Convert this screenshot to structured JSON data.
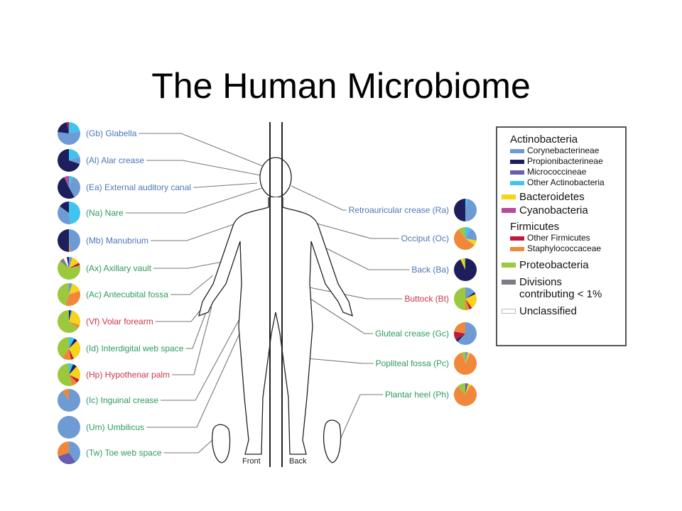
{
  "title": "The Human Microbiome",
  "colors": {
    "corynebacterineae": "#6f9bd4",
    "propionibacterineae": "#1d1f5c",
    "micrococcineae": "#6a5db0",
    "other_actinobacteria": "#3ec4ee",
    "bacteroidetes": "#f7d417",
    "cyanobacteria": "#b84a9a",
    "other_firmicutes": "#c0193c",
    "staphylococcaceae": "#f0873a",
    "proteobacteria": "#9cc83e",
    "divisions_lt_1pct": "#7a7d86",
    "unclassified": "#ffffff",
    "site_sebaceous": "#4a78b8",
    "site_moist": "#2e9a5e",
    "site_dry": "#c8364a"
  },
  "views": {
    "front": "Front",
    "back": "Back"
  },
  "legend": {
    "actinobacteria": "Actinobacteria",
    "corynebacterineae": "Corynebacterineae",
    "propionibacterineae": "Propionibacterineae",
    "micrococcineae": "Micrococcineae",
    "other_actinobacteria": "Other Actinobacteria",
    "bacteroidetes": "Bacteroidetes",
    "cyanobacteria": "Cyanobacteria",
    "firmicutes": "Firmicutes",
    "other_firmicutes": "Other Firmicutes",
    "staphylococcaceae": "Staphylococcaceae",
    "proteobacteria": "Proteobacteria",
    "divisions_line1": "Divisions",
    "divisions_line2": "contributing < 1%",
    "unclassified": "Unclassified"
  },
  "sites_front": [
    {
      "label": "(Gb) Glabella",
      "type": "sebaceous",
      "composition": [
        [
          "other_actinobacteria",
          0.22
        ],
        [
          "corynebacterineae",
          0.55
        ],
        [
          "propionibacterineae",
          0.2
        ],
        [
          "other_firmicutes",
          0.03
        ]
      ]
    },
    {
      "label": "(Al) Alar crease",
      "type": "sebaceous",
      "composition": [
        [
          "other_actinobacteria",
          0.2
        ],
        [
          "corynebacterineae",
          0.1
        ],
        [
          "propionibacterineae",
          0.7
        ]
      ]
    },
    {
      "label": "(Ea) External auditory canal",
      "type": "sebaceous",
      "composition": [
        [
          "other_actinobacteria",
          0.06
        ],
        [
          "corynebacterineae",
          0.36
        ],
        [
          "propionibacterineae",
          0.51
        ],
        [
          "cyanobacteria",
          0.07
        ]
      ]
    },
    {
      "label": "(Na) Nare",
      "type": "moist",
      "composition": [
        [
          "other_actinobacteria",
          0.48
        ],
        [
          "corynebacterineae",
          0.37
        ],
        [
          "propionibacterineae",
          0.15
        ]
      ]
    },
    {
      "label": "(Mb) Manubrium",
      "type": "sebaceous",
      "composition": [
        [
          "corynebacterineae",
          0.48
        ],
        [
          "staphylococcaceae",
          0.02
        ],
        [
          "propionibacterineae",
          0.5
        ]
      ]
    },
    {
      "label": "(Ax) Axillary vault",
      "type": "moist",
      "composition": [
        [
          "corynebacterineae",
          0.05
        ],
        [
          "bacteroidetes",
          0.12
        ],
        [
          "other_firmicutes",
          0.04
        ],
        [
          "proteobacteria",
          0.65
        ],
        [
          "divisions_lt_1pct",
          0.06
        ],
        [
          "unclassified",
          0.05
        ],
        [
          "propionibacterineae",
          0.03
        ]
      ]
    },
    {
      "label": "(Ac) Antecubital fossa",
      "type": "moist",
      "composition": [
        [
          "corynebacterineae",
          0.05
        ],
        [
          "bacteroidetes",
          0.15
        ],
        [
          "staphylococcaceae",
          0.35
        ],
        [
          "proteobacteria",
          0.45
        ]
      ]
    },
    {
      "label": "(Vf) Volar forearm",
      "type": "dry",
      "composition": [
        [
          "propionibacterineae",
          0.03
        ],
        [
          "corynebacterineae",
          0.02
        ],
        [
          "bacteroidetes",
          0.25
        ],
        [
          "staphylococcaceae",
          0.05
        ],
        [
          "proteobacteria",
          0.65
        ]
      ]
    },
    {
      "label": "(Id) Interdigital web space",
      "type": "moist",
      "composition": [
        [
          "other_actinobacteria",
          0.08
        ],
        [
          "propionibacterineae",
          0.05
        ],
        [
          "bacteroidetes",
          0.3
        ],
        [
          "other_firmicutes",
          0.04
        ],
        [
          "staphylococcaceae",
          0.13
        ],
        [
          "proteobacteria",
          0.4
        ]
      ]
    },
    {
      "label": "(Hp) Hypothenar palm",
      "type": "dry",
      "composition": [
        [
          "other_actinobacteria",
          0.06
        ],
        [
          "propionibacterineae",
          0.06
        ],
        [
          "bacteroidetes",
          0.2
        ],
        [
          "other_firmicutes",
          0.05
        ],
        [
          "staphylococcaceae",
          0.08
        ],
        [
          "proteobacteria",
          0.55
        ]
      ]
    },
    {
      "label": "(Ic) Inguinal crease",
      "type": "moist",
      "composition": [
        [
          "corynebacterineae",
          0.9
        ],
        [
          "staphylococcaceae",
          0.1
        ]
      ]
    },
    {
      "label": "(Um) Umbilicus",
      "type": "moist",
      "composition": [
        [
          "corynebacterineae",
          1.0
        ]
      ]
    },
    {
      "label": "(Tw) Toe web space",
      "type": "moist",
      "composition": [
        [
          "corynebacterineae",
          0.4
        ],
        [
          "micrococcineae",
          0.3
        ],
        [
          "staphylococcaceae",
          0.3
        ]
      ]
    }
  ],
  "sites_back": [
    {
      "label": "Retroauricular crease (Ra)",
      "type": "sebaceous",
      "composition": [
        [
          "other_actinobacteria",
          0.03
        ],
        [
          "corynebacterineae",
          0.47
        ],
        [
          "propionibacterineae",
          0.5
        ]
      ]
    },
    {
      "label": "Occiput (Oc)",
      "type": "sebaceous",
      "composition": [
        [
          "other_actinobacteria",
          0.08
        ],
        [
          "corynebacterineae",
          0.2
        ],
        [
          "bacteroidetes",
          0.07
        ],
        [
          "staphylococcaceae",
          0.55
        ],
        [
          "proteobacteria",
          0.1
        ]
      ]
    },
    {
      "label": "Back (Ba)",
      "type": "sebaceous",
      "composition": [
        [
          "propionibacterineae",
          0.93
        ],
        [
          "bacteroidetes",
          0.04
        ],
        [
          "proteobacteria",
          0.03
        ]
      ]
    },
    {
      "label": "Buttock (Bt)",
      "type": "dry",
      "composition": [
        [
          "corynebacterineae",
          0.15
        ],
        [
          "propionibacterineae",
          0.03
        ],
        [
          "bacteroidetes",
          0.22
        ],
        [
          "other_firmicutes",
          0.04
        ],
        [
          "staphylococcaceae",
          0.06
        ],
        [
          "proteobacteria",
          0.5
        ]
      ]
    },
    {
      "label": "Gluteal crease (Gc)",
      "type": "moist",
      "composition": [
        [
          "corynebacterineae",
          0.62
        ],
        [
          "propionibacterineae",
          0.04
        ],
        [
          "other_firmicutes",
          0.12
        ],
        [
          "staphylococcaceae",
          0.22
        ]
      ]
    },
    {
      "label": "Popliteal fossa (Pc)",
      "type": "moist",
      "composition": [
        [
          "corynebacterineae",
          0.04
        ],
        [
          "bacteroidetes",
          0.03
        ],
        [
          "staphylococcaceae",
          0.88
        ],
        [
          "proteobacteria",
          0.05
        ]
      ]
    },
    {
      "label": "Plantar heel (Ph)",
      "type": "moist",
      "composition": [
        [
          "micrococcineae",
          0.04
        ],
        [
          "bacteroidetes",
          0.04
        ],
        [
          "staphylococcaceae",
          0.8
        ],
        [
          "proteobacteria",
          0.12
        ]
      ]
    }
  ]
}
